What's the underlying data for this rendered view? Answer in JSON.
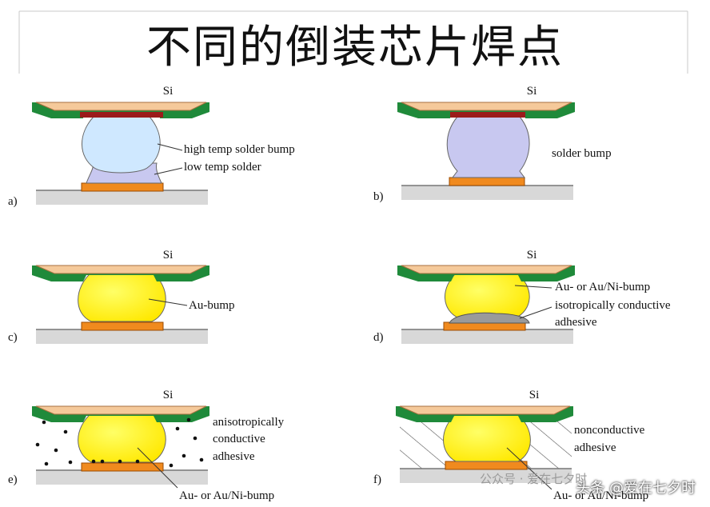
{
  "title": "不同的倒装芯片焊点",
  "panels": {
    "a": {
      "letter": "a)",
      "chip": "Si",
      "label1": "high temp solder bump",
      "label2": "low temp solder"
    },
    "b": {
      "letter": "b)",
      "chip": "Si",
      "label1": "solder bump"
    },
    "c": {
      "letter": "c)",
      "chip": "Si",
      "label1": "Au-bump"
    },
    "d": {
      "letter": "d)",
      "chip": "Si",
      "label1": "Au- or Au/Ni-bump",
      "label2": "isotropically conductive",
      "label3": "adhesive"
    },
    "e": {
      "letter": "e)",
      "chip": "Si",
      "label1": "anisotropically",
      "label2": "conductive",
      "label3": "adhesive",
      "label4": "Au- or Au/Ni-bump"
    },
    "f": {
      "letter": "f)",
      "chip": "Si",
      "label1": "nonconductive",
      "label2": "adhesive",
      "label3": "Au- or Au/Ni-bump"
    }
  },
  "watermark": {
    "brand": "公众号 · 爱在七夕时",
    "text": "头条 @爱在七夕时"
  },
  "colors": {
    "green": "#1f8a3a",
    "chip": "#f5c99a",
    "pad": "#f08a1e",
    "gold": "#ffee00",
    "solder": "#c8c8f0",
    "substrate": "#d8d8d8"
  }
}
